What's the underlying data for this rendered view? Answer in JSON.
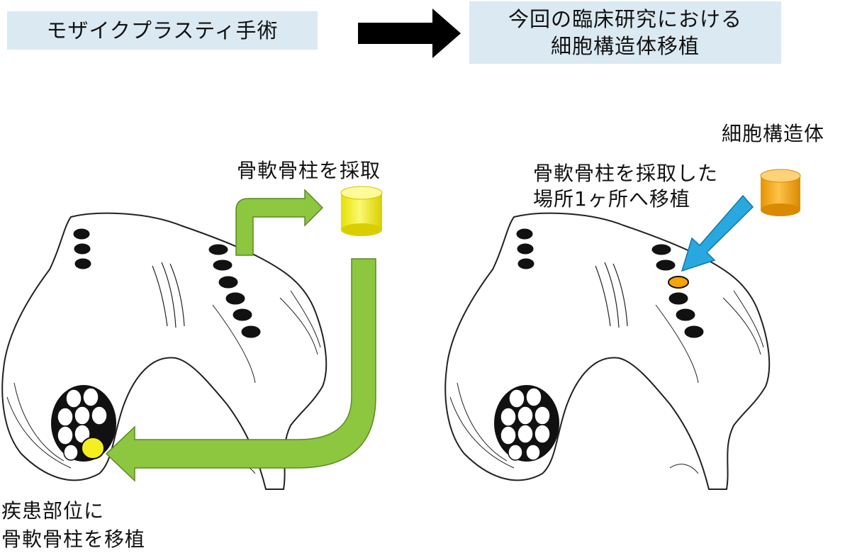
{
  "header": {
    "left_box": "モザイクプラスティ手術",
    "right_box_line1": "今回の臨床研究における",
    "right_box_line2": "細胞構造体移植"
  },
  "left_panel": {
    "harvest_label": "骨軟骨柱を採取",
    "transplant_line1": "疾患部位に",
    "transplant_line2": "骨軟骨柱を移植"
  },
  "right_panel": {
    "construct_label": "細胞構造体",
    "site_line1": "骨軟骨柱を採取した",
    "site_line2": "場所1ヶ所へ移植"
  },
  "colors": {
    "header_box": "#dbe9f2",
    "green_arrow": "#8dc63f",
    "blue_arrow": "#29a8e0",
    "yellow_plug": "#f5ef1f",
    "orange_construct": "#f5a500"
  }
}
